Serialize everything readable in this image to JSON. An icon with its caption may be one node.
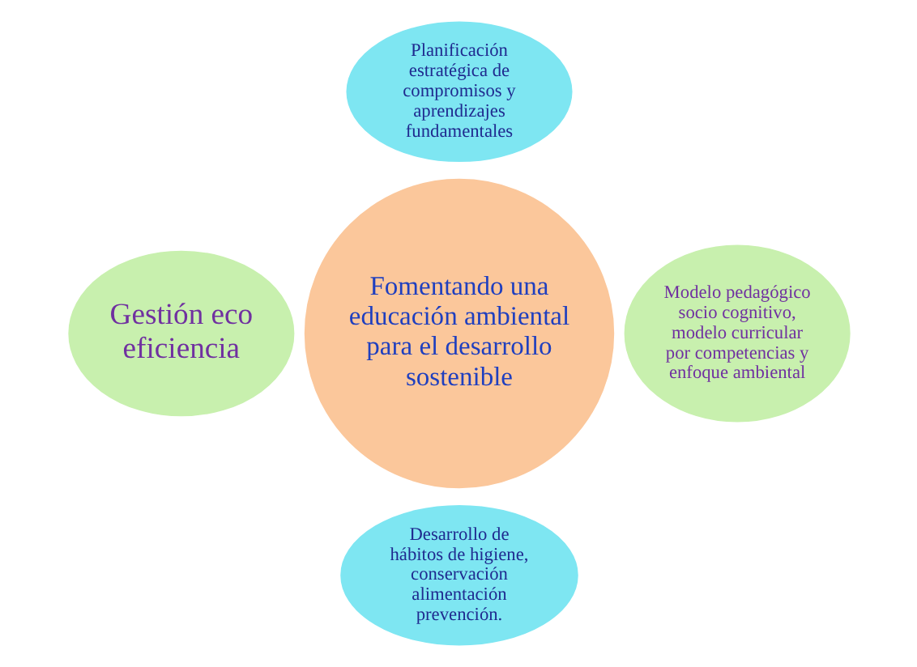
{
  "diagram": {
    "nodes": [
      {
        "text": [
          "Planificación estratégica de compromisos y aprendizajes fundamentales"
        ]
      },
      {
        "text": [
          "Gestión eco eficiencia"
        ]
      },
      {
        "text": [
          "Fomentando una educación ambiental para el desarrollo sostenible"
        ]
      },
      {
        "text": [
          "Modelo pedagógico socio cognitivo, modelo curricular por competencias y enfoque ambiental"
        ]
      },
      {
        "text": [
          "Desarrollo de hábitos de higiene, conservación alimentación prevención."
        ]
      }
    ]
  }
}
